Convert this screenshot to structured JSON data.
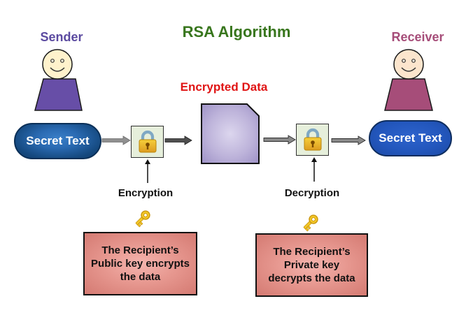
{
  "title": {
    "text": "RSA Algorithm",
    "color": "#38761d"
  },
  "sender": {
    "label": "Sender",
    "label_color": "#5b4aa0",
    "pill_text": "Secret Text",
    "body_color": "#674ea7",
    "head_color": "#fff2cc"
  },
  "receiver": {
    "label": "Receiver",
    "label_color": "#a64d79",
    "pill_text": "Secret Text",
    "body_color": "#a64d79",
    "head_color": "#fce5cd"
  },
  "encrypted_data": {
    "label": "Encrypted Data",
    "color": "#e01414",
    "document_color": "#b3a8d4"
  },
  "encryption": {
    "label": "Encryption",
    "note_lines": [
      "The Recipient’s",
      "Public key encrypts",
      "the data"
    ]
  },
  "decryption": {
    "label": "Decryption",
    "note_lines": [
      "The Recipient’s",
      "Private key",
      "decrypts the data"
    ]
  },
  "accents": {
    "pill_blue": "#2357bd",
    "lockbox_green": "#e6efdb",
    "note_pink": "#e79890",
    "gold_key": "#f3c728",
    "lock_gold": "#eeb52f"
  }
}
